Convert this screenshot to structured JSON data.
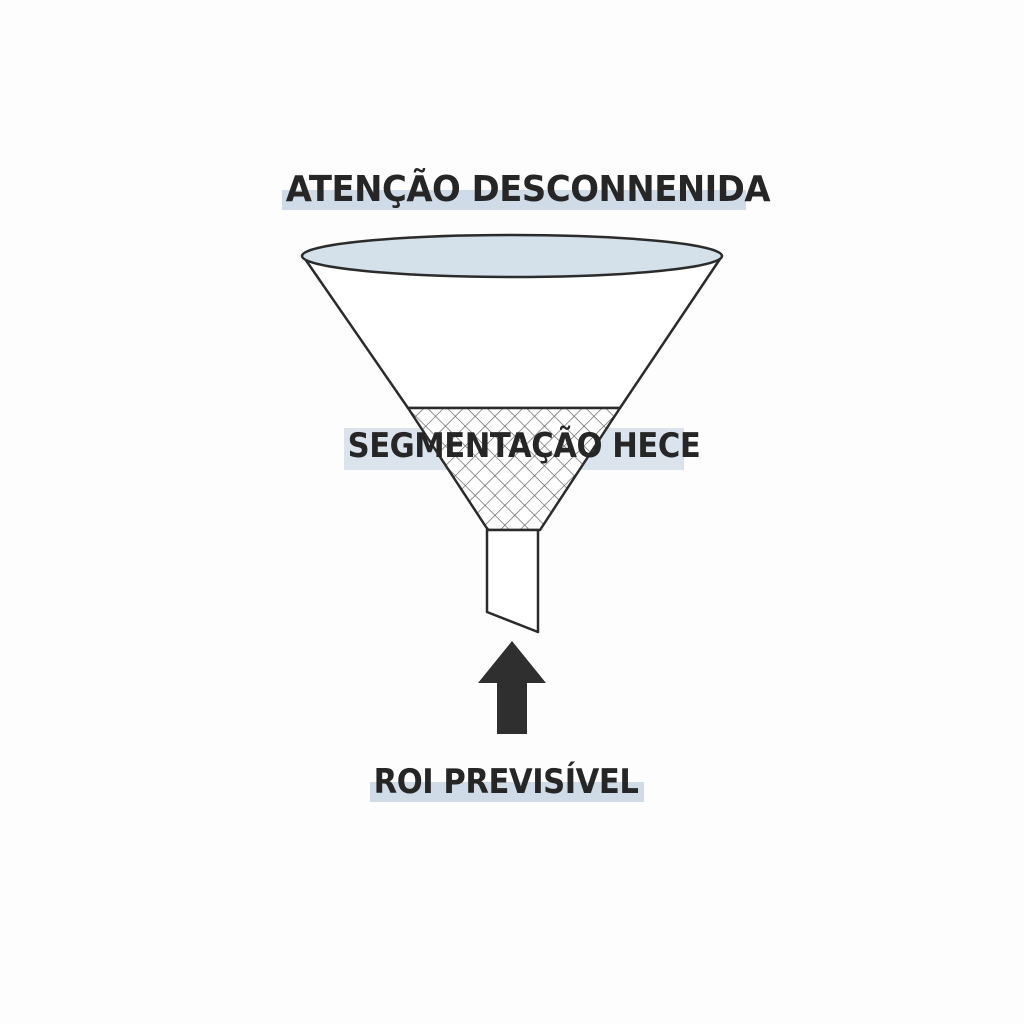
{
  "colors": {
    "ink": "#262626",
    "highlight": "#cfdbe6",
    "funnel_rim_fill": "#d4e0ea",
    "funnel_body_fill": "#ffffff",
    "arrow": "#2f2f2f"
  },
  "labels": {
    "top": "ATENÇÃO DESCONNENIDA",
    "middle": "SEGMENTAÇÃO HECE",
    "bottom": "ROI PREVISÍVEL"
  },
  "icons": {
    "funnel": "funnel-icon",
    "arrow": "arrow-up-icon"
  }
}
